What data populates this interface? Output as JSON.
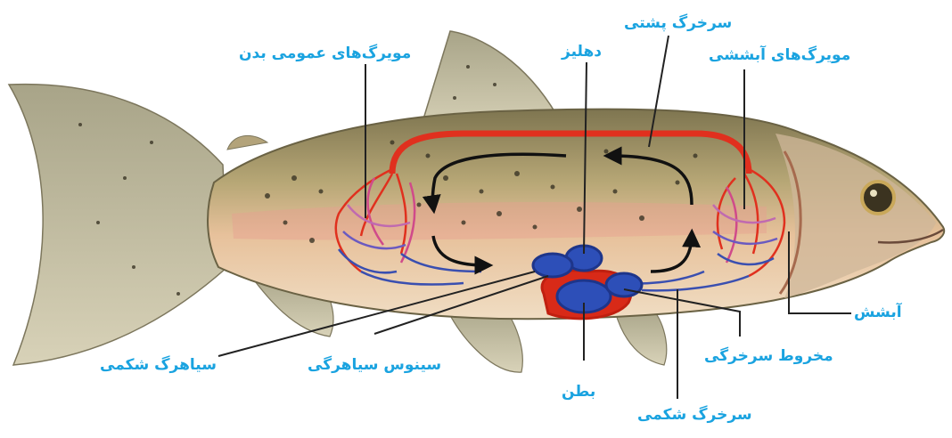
{
  "labels": {
    "dorsal_aorta": "سرخرگ پشتی",
    "atrium": "دهلیز",
    "body_capillaries": "مویرگ‌های عمومی بدن",
    "gill_capillaries": "مویرگ‌های آبششی",
    "gill": "آبشش",
    "abdominal_vein": "سیاهرگ شکمی",
    "venous_sinus": "سینوس سیاهرگی",
    "arterial_cone": "مخروط سرخرگی",
    "ventricle": "بطن",
    "ventral_aorta": "سرخرگ شکمی"
  },
  "colors": {
    "label": "#1aa3e0",
    "artery": "#e0301e",
    "vein": "#3a4fb0",
    "fish_back": "#8a7d52",
    "fish_belly": "#e9c29a"
  }
}
